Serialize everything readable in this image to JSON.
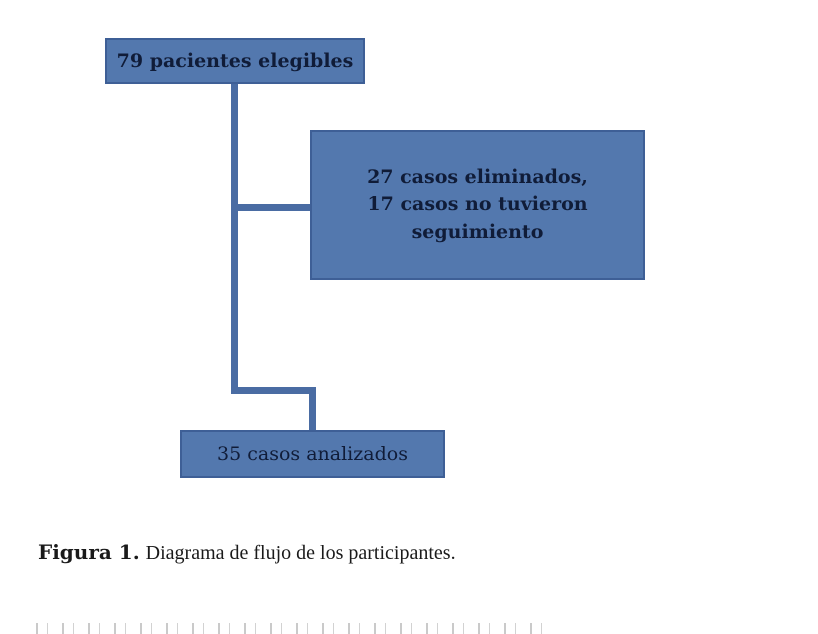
{
  "figure": {
    "boxes": {
      "eligible": "79 pacientes elegibles",
      "excluded_line1": "27 casos eliminados,",
      "excluded_line2": "17 casos no tuvieron",
      "excluded_line3": "seguimiento",
      "analyzed": "35 casos analizados"
    },
    "caption": {
      "label": "Figura 1.",
      "text": "Diagrama de flujo de los participantes."
    },
    "colors": {
      "box_fill": "#5378AE",
      "box_border": "#3E5F96",
      "connector": "#4A6CA3",
      "box_text": "#101C38"
    }
  }
}
